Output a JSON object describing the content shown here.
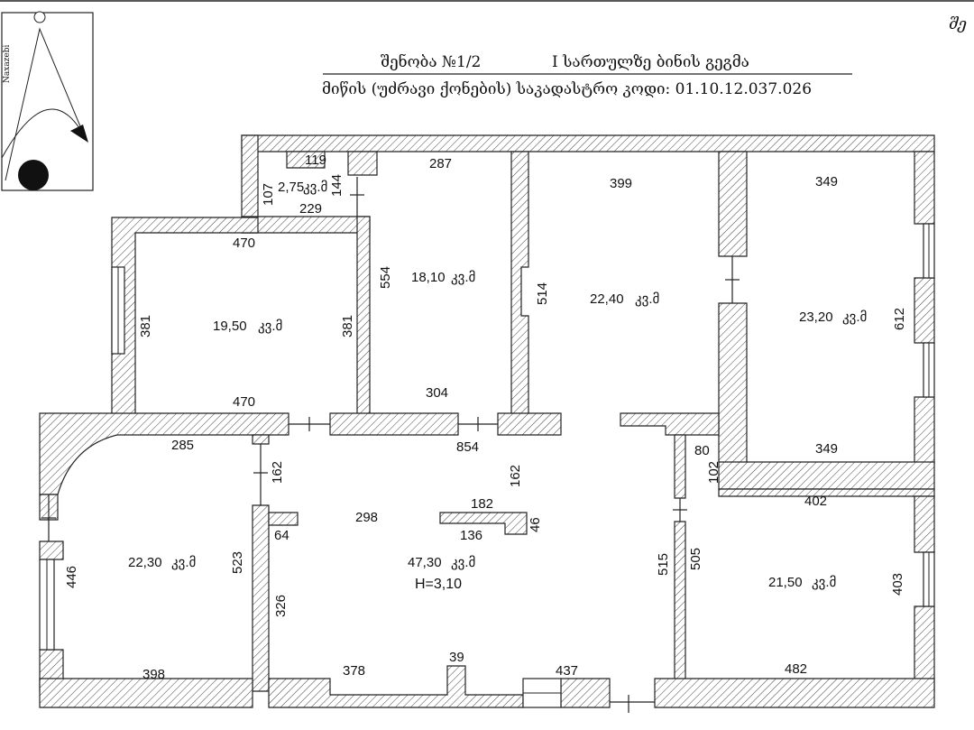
{
  "header": {
    "title_left": "შენობა №1/2",
    "title_right": "I სართულზე ბინის გეგმა",
    "subtitle": "მიწის (უძრავი ქონების) საკადასტრო კოდი: 01.10.12.037.026",
    "corner_text": "შე"
  },
  "logo": {
    "vertical_text": "Naxazebi"
  },
  "rooms": [
    {
      "id": "small-room",
      "area_value": "2,75",
      "unit": "კვ.მ"
    },
    {
      "id": "room-18",
      "area_value": "18,10",
      "unit": "კვ.მ"
    },
    {
      "id": "room-22-40",
      "area_value": "22,40",
      "unit": "კვ.მ"
    },
    {
      "id": "room-23-20",
      "area_value": "23,20",
      "unit": "კვ.მ"
    },
    {
      "id": "room-19-50",
      "area_value": "19,50",
      "unit": "კვ.მ"
    },
    {
      "id": "room-22-30",
      "area_value": "22,30",
      "unit": "კვ.მ"
    },
    {
      "id": "hall",
      "area_value": "47,30",
      "unit": "კვ.მ"
    },
    {
      "id": "room-21-50",
      "area_value": "21,50",
      "unit": "კვ.მ"
    }
  ],
  "height_label": "H=3,10",
  "dimensions": {
    "d119": "119",
    "d107": "107",
    "d144": "144",
    "d229": "229",
    "d287": "287",
    "d399": "399",
    "d349_top": "349",
    "d470_top": "470",
    "d554": "554",
    "d514": "514",
    "d612": "612",
    "d381_left": "381",
    "d381_right": "381",
    "d470_bottom": "470",
    "d304": "304",
    "d349_bottom": "349",
    "d285": "285",
    "d854": "854",
    "d80": "80",
    "d102": "102",
    "d162_left": "162",
    "d162_mid": "162",
    "d402": "402",
    "d298": "298",
    "d182": "182",
    "d136": "136",
    "d46": "46",
    "d64": "64",
    "d446": "446",
    "d523": "523",
    "d515": "515",
    "d505": "505",
    "d403": "403",
    "d326": "326",
    "d398": "398",
    "d378": "378",
    "d39": "39",
    "d437": "437",
    "d482": "482"
  }
}
